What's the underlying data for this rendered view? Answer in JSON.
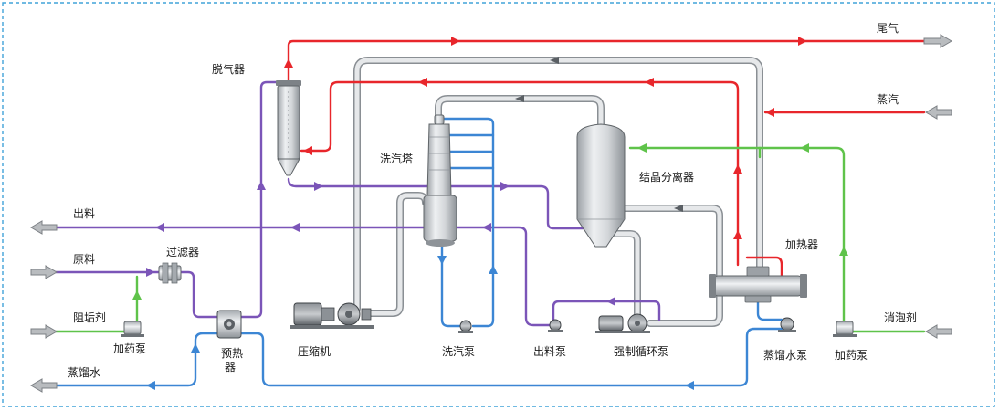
{
  "labels": {
    "tail_gas": "尾气",
    "steam": "蒸汽",
    "deaerator": "脱气器",
    "wash_tower": "洗汽塔",
    "crystal_separator": "结晶分离器",
    "heater": "加热器",
    "discharge": "出料",
    "raw_material": "原料",
    "filter": "过滤器",
    "antiscalant": "阻垢剂",
    "dosing_pump_left": "加药泵",
    "preheater_line1": "预热",
    "preheater_line2": "器",
    "distilled_water": "蒸馏水",
    "compressor": "压缩机",
    "wash_pump": "洗汽泵",
    "discharge_pump": "出料泵",
    "forced_circulation_pump": "强制循环泵",
    "distilled_water_pump": "蒸馏水泵",
    "dosing_pump_right": "加药泵",
    "defoamer": "消泡剂"
  },
  "colors": {
    "steam_line": "#e8262b",
    "material_line": "#7b55b8",
    "water_line": "#3c86d4",
    "chemical_line": "#5fc34a",
    "vapor_pipe": "#8a8f94",
    "frame": "#41a3d9"
  },
  "icons": {
    "inlet_outlet": "arrow-icon",
    "pump": "pump-icon",
    "compressor": "compressor-icon"
  }
}
